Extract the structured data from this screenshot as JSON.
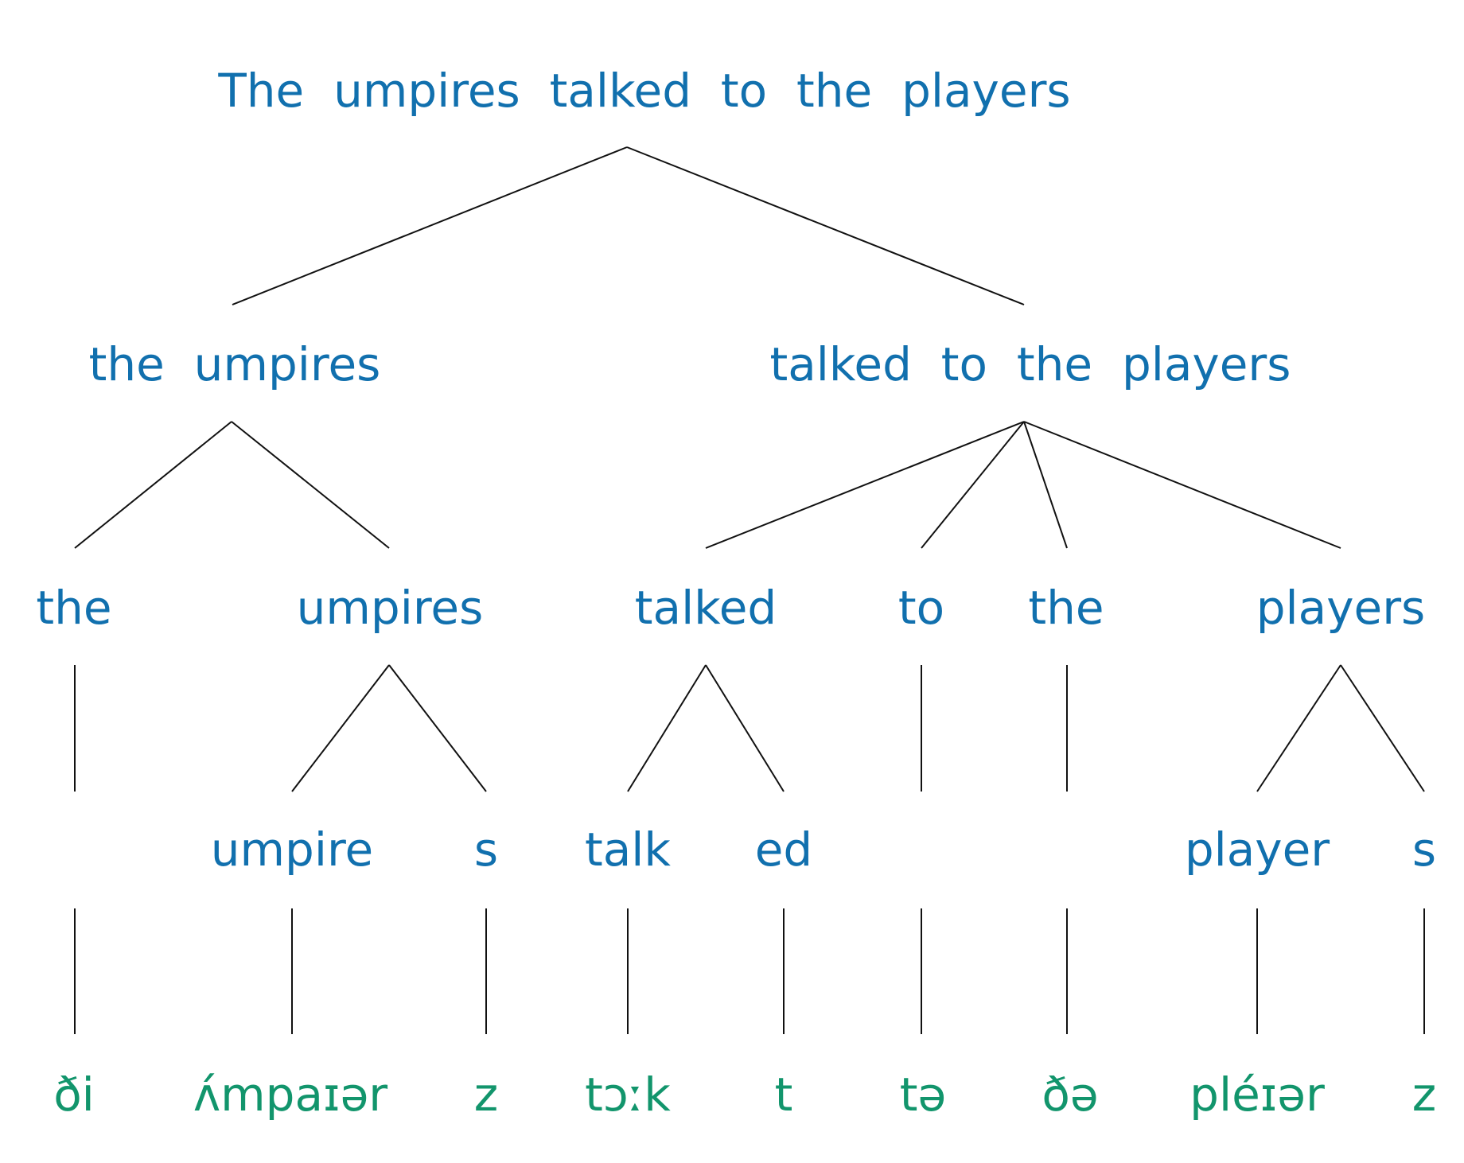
{
  "colors": {
    "word": "#1170ae",
    "phonetic": "#12956c",
    "line": "#111111"
  },
  "tree": {
    "root": "The  umpires  talked  to  the  players",
    "subject": "the  umpires",
    "predicate": "talked  to  the  players",
    "words": {
      "the_1": "the",
      "umpires": "umpires",
      "talked": "talked",
      "to": "to",
      "the_2": "the",
      "players": "players"
    },
    "morphemes": {
      "umpire": "umpire",
      "s_1": "s",
      "talk": "talk",
      "ed": "ed",
      "player": "player",
      "s_2": "s"
    },
    "phonetic": {
      "the_1": "ði",
      "umpire": "ʌ́mpaɪər",
      "s_1": "z",
      "talk": "tɔːk",
      "ed": "t",
      "to": "tə",
      "the_2": "ðə",
      "player": "pléɪər",
      "s_2": "z"
    }
  }
}
